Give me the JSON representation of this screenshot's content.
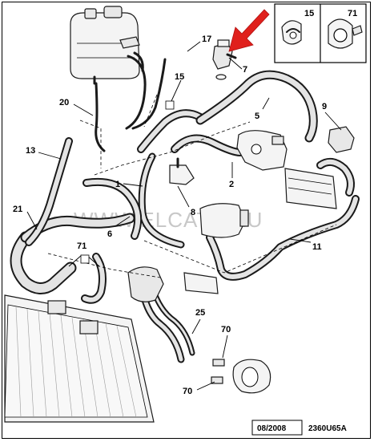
{
  "watermark": "WWW.ELCATS.RU",
  "footer": {
    "date": "08/2008",
    "code": "2360U65A"
  },
  "inset": {
    "labels": [
      "15",
      "71"
    ]
  },
  "labels": {
    "l1": "1",
    "l2": "2",
    "l5": "5",
    "l6": "6",
    "l7": "7",
    "l8": "8",
    "l9": "9",
    "l11": "11",
    "l13": "13",
    "l15": "15",
    "l17": "17",
    "l20": "20",
    "l21": "21",
    "l25": "25",
    "l70a": "70",
    "l70b": "70",
    "l71": "71"
  },
  "colors": {
    "arrow": "#e0201c",
    "line": "#000000",
    "watermark": "#c8c8c8"
  }
}
